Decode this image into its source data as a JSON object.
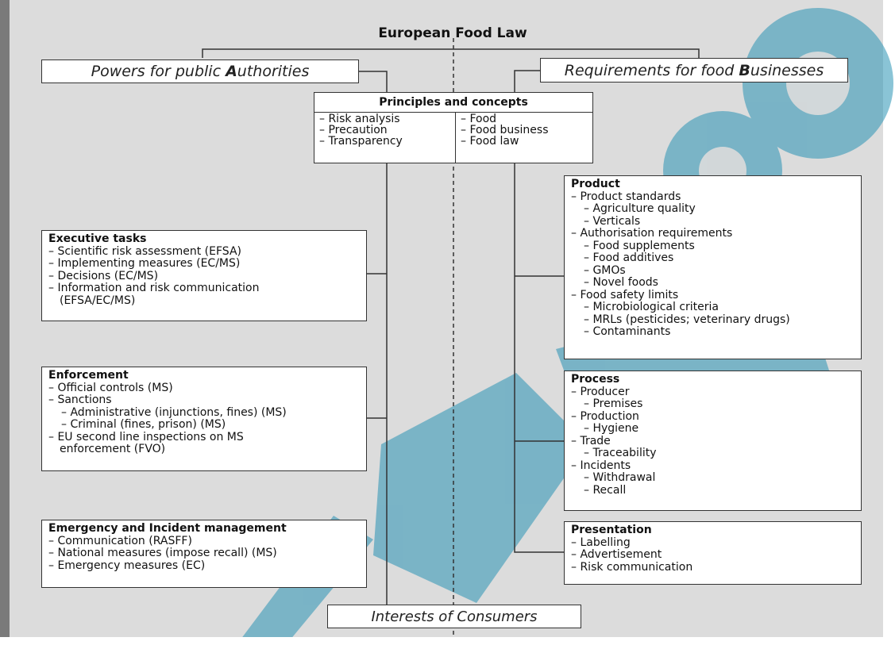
{
  "title": "European Food Law",
  "left_header": {
    "prefix": "Powers for public ",
    "bold": "A",
    "suffix": "uthorities"
  },
  "right_header": {
    "prefix": "Requirements for food ",
    "bold": "B",
    "suffix": "usinesses"
  },
  "principles": {
    "heading": "Principles and concepts",
    "left": [
      "– Risk analysis",
      "– Precaution",
      "– Transparency"
    ],
    "right": [
      "– Food",
      "– Food business",
      "– Food law"
    ]
  },
  "executive": {
    "heading": "Executive tasks",
    "items": [
      {
        "text": "– Scientific risk assessment (EFSA)",
        "level": 1
      },
      {
        "text": "– Implementing measures (EC/MS)",
        "level": 1
      },
      {
        "text": "– Decisions (EC/MS)",
        "level": 1
      },
      {
        "text": "– Information and risk communication",
        "level": 1
      },
      {
        "text": "(EFSA/EC/MS)",
        "level": 1,
        "indent": true
      }
    ]
  },
  "enforcement": {
    "heading": "Enforcement",
    "items": [
      {
        "text": "– Official controls (MS)",
        "level": 1
      },
      {
        "text": "– Sanctions",
        "level": 1
      },
      {
        "text": "– Administrative (injunctions, fines) (MS)",
        "level": 2
      },
      {
        "text": "– Criminal (fines, prison) (MS)",
        "level": 2
      },
      {
        "text": "– EU second line inspections on MS",
        "level": 1
      },
      {
        "text": "enforcement (FVO)",
        "level": 1,
        "indent": true
      }
    ]
  },
  "emergency": {
    "heading": "Emergency and Incident management",
    "items": [
      {
        "text": "– Communication (RASFF)",
        "level": 1
      },
      {
        "text": "– National measures (impose recall) (MS)",
        "level": 1
      },
      {
        "text": "– Emergency measures (EC)",
        "level": 1
      }
    ]
  },
  "product": {
    "heading": "Product",
    "items": [
      {
        "text": "– Product standards",
        "level": 1
      },
      {
        "text": "– Agriculture quality",
        "level": 2
      },
      {
        "text": "– Verticals",
        "level": 2
      },
      {
        "text": "– Authorisation requirements",
        "level": 1
      },
      {
        "text": "– Food supplements",
        "level": 2
      },
      {
        "text": "– Food additives",
        "level": 2
      },
      {
        "text": "– GMOs",
        "level": 2
      },
      {
        "text": "– Novel foods",
        "level": 2
      },
      {
        "text": "– Food safety limits",
        "level": 1
      },
      {
        "text": "– Microbiological criteria",
        "level": 2
      },
      {
        "text": "– MRLs (pesticides; veterinary drugs)",
        "level": 2
      },
      {
        "text": "– Contaminants",
        "level": 2
      }
    ]
  },
  "process": {
    "heading": "Process",
    "items": [
      {
        "text": "– Producer",
        "level": 1
      },
      {
        "text": "– Premises",
        "level": 2
      },
      {
        "text": "– Production",
        "level": 1
      },
      {
        "text": "– Hygiene",
        "level": 2
      },
      {
        "text": "– Trade",
        "level": 1
      },
      {
        "text": "– Traceability",
        "level": 2
      },
      {
        "text": "– Incidents",
        "level": 1
      },
      {
        "text": "– Withdrawal",
        "level": 2
      },
      {
        "text": "– Recall",
        "level": 2
      }
    ]
  },
  "presentation": {
    "heading": "Presentation",
    "items": [
      {
        "text": "– Labelling",
        "level": 1
      },
      {
        "text": "– Advertisement",
        "level": 1
      },
      {
        "text": "– Risk communication",
        "level": 1
      }
    ]
  },
  "bottom_header": "Interests of Consumers",
  "colors": {
    "panel": "#dcdcdc",
    "watermark": "#2a93b5",
    "line": "#333333",
    "box": "#ffffff"
  }
}
